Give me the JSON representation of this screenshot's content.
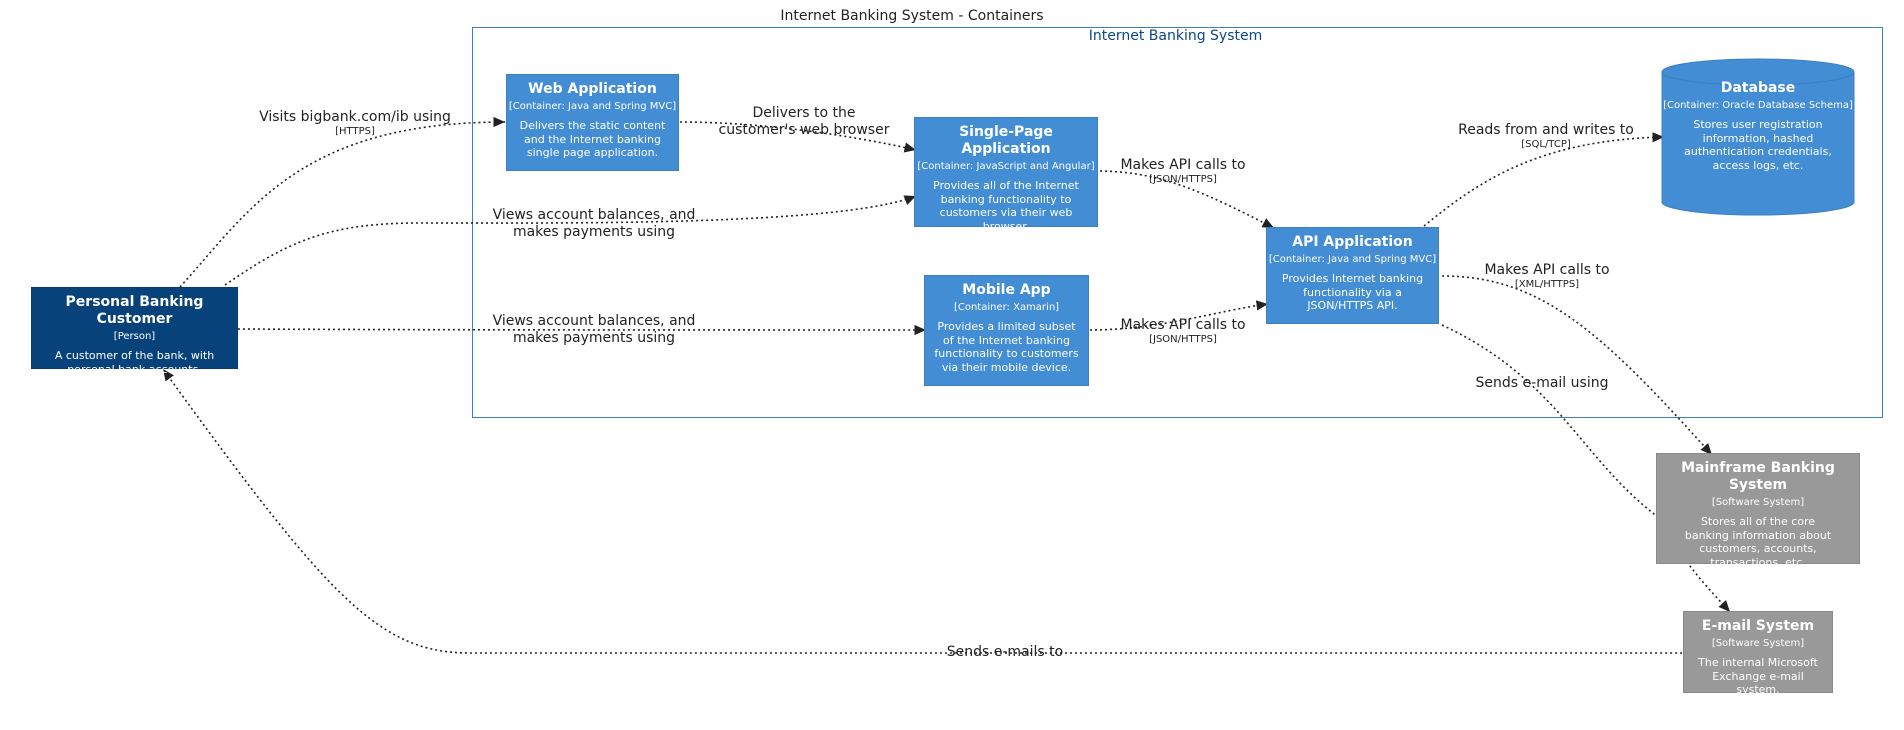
{
  "title": "Internet Banking System - Containers",
  "boundary": {
    "label": "Internet Banking System"
  },
  "nodes": {
    "customer": {
      "name": "Personal Banking Customer",
      "type": "[Person]",
      "desc": "A customer of the bank, with personal bank accounts."
    },
    "webapp": {
      "name": "Web Application",
      "type": "[Container: Java and Spring MVC]",
      "desc": "Delivers the static content and the Internet banking single page application."
    },
    "spa": {
      "name": "Single-Page Application",
      "type": "[Container: JavaScript and Angular]",
      "desc": "Provides all of the Internet banking functionality to customers via their web browser."
    },
    "mobile": {
      "name": "Mobile App",
      "type": "[Container: Xamarin]",
      "desc": "Provides a limited subset of the Internet banking functionality to customers via their mobile device."
    },
    "api": {
      "name": "API Application",
      "type": "[Container: Java and Spring MVC]",
      "desc": "Provides Internet banking functionality via a JSON/HTTPS API."
    },
    "database": {
      "name": "Database",
      "type": "[Container: Oracle Database Schema]",
      "desc": "Stores user registration information, hashed authentication credentials, access logs, etc."
    },
    "mainframe": {
      "name": "Mainframe Banking System",
      "type": "[Software System]",
      "desc": "Stores all of the core banking information about customers, accounts, transactions, etc."
    },
    "email": {
      "name": "E-mail System",
      "type": "[Software System]",
      "desc": "The internal Microsoft Exchange e-mail system."
    }
  },
  "edges": {
    "visits": {
      "label": "Visits bigbank.com/ib using",
      "tech": "[HTTPS]"
    },
    "delivers": {
      "label": "Delivers to the customer's web browser",
      "tech": ""
    },
    "views_spa": {
      "label": "Views account balances, and makes payments using",
      "tech": ""
    },
    "views_mobile": {
      "label": "Views account balances, and makes payments using",
      "tech": ""
    },
    "spa_api": {
      "label": "Makes API calls to",
      "tech": "[JSON/HTTPS]"
    },
    "mobile_api": {
      "label": "Makes API calls to",
      "tech": "[JSON/HTTPS]"
    },
    "api_db": {
      "label": "Reads from and writes to",
      "tech": "[SQL/TCP]"
    },
    "api_mainframe": {
      "label": "Makes API calls to",
      "tech": "[XML/HTTPS]"
    },
    "api_email": {
      "label": "Sends e-mail using",
      "tech": ""
    },
    "email_customer": {
      "label": "Sends e-mails to",
      "tech": ""
    }
  },
  "colors": {
    "person": "#08427b",
    "container": "#438dd5",
    "external": "#999999",
    "boundary": "#3c7fc0",
    "edge": "#222222"
  }
}
